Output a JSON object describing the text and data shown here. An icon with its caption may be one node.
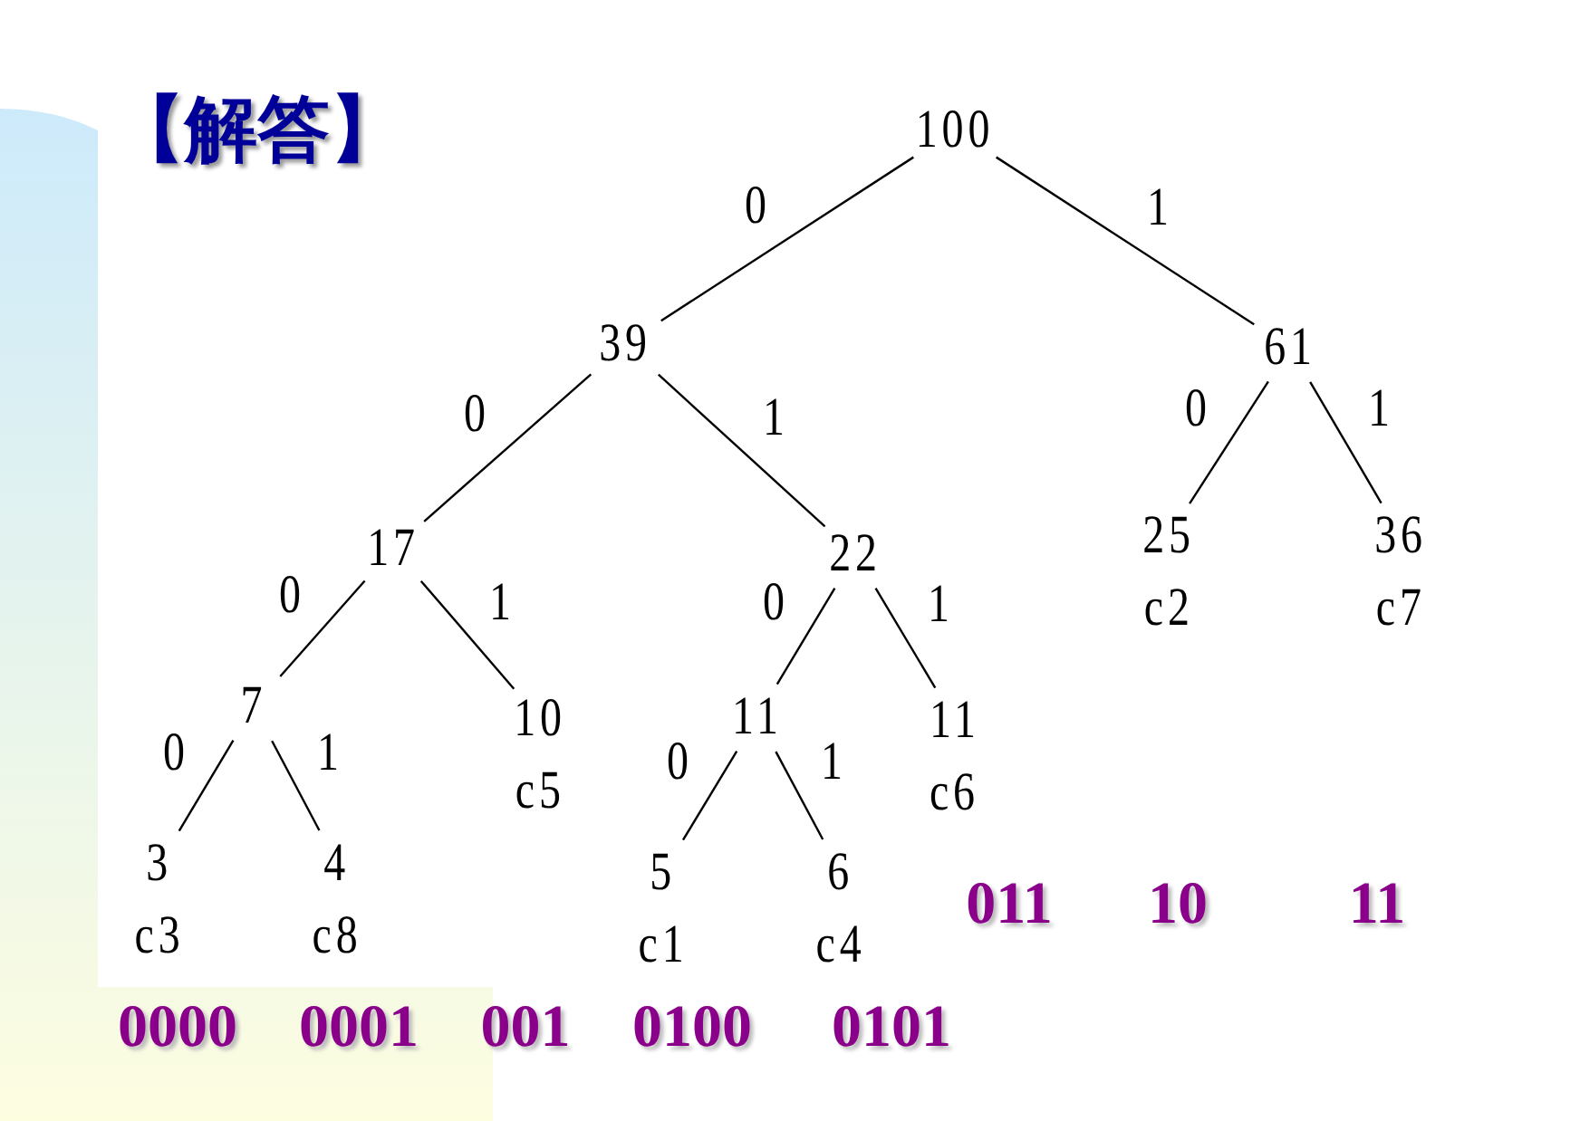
{
  "diagram": {
    "title": "【解答】",
    "nodes": [
      {
        "text": [
          "100"
        ]
      },
      {
        "text": [
          "39"
        ]
      },
      {
        "text": [
          "61"
        ]
      },
      {
        "text": [
          "17"
        ]
      },
      {
        "text": [
          "22"
        ]
      },
      {
        "text": [
          "25"
        ],
        "beside": [
          "c2"
        ]
      },
      {
        "text": [
          "36"
        ],
        "beside": [
          "c7"
        ]
      },
      {
        "text": [
          "7"
        ]
      },
      {
        "text": [
          "10"
        ],
        "beside": [
          "c5"
        ]
      },
      {
        "text": [
          "11"
        ]
      },
      {
        "text": [
          "11"
        ],
        "beside": [
          "c6"
        ]
      },
      {
        "text": [
          "3"
        ],
        "beside": [
          "c3"
        ]
      },
      {
        "text": [
          "4"
        ],
        "beside": [
          "c8"
        ]
      },
      {
        "text": [
          "5"
        ],
        "beside": [
          "c1"
        ]
      },
      {
        "text": [
          "6"
        ],
        "beside": [
          "c4"
        ]
      }
    ],
    "edges": [
      {
        "from": 0,
        "to": 1,
        "arrow": "none",
        "label": "0"
      },
      {
        "from": 0,
        "to": 2,
        "arrow": "none",
        "label": "1"
      },
      {
        "from": 1,
        "to": 3,
        "arrow": "none",
        "label": "0"
      },
      {
        "from": 1,
        "to": 4,
        "arrow": "none",
        "label": "1"
      },
      {
        "from": 2,
        "to": 5,
        "arrow": "none",
        "label": "0"
      },
      {
        "from": 2,
        "to": 6,
        "arrow": "none",
        "label": "1"
      },
      {
        "from": 3,
        "to": 7,
        "arrow": "none",
        "label": "0"
      },
      {
        "from": 3,
        "to": 8,
        "arrow": "none",
        "label": "1"
      },
      {
        "from": 4,
        "to": 9,
        "arrow": "none",
        "label": "0"
      },
      {
        "from": 4,
        "to": 10,
        "arrow": "none",
        "label": "1"
      },
      {
        "from": 7,
        "to": 11,
        "arrow": "none",
        "label": "0"
      },
      {
        "from": 7,
        "to": 12,
        "arrow": "none",
        "label": "1"
      },
      {
        "from": 9,
        "to": 13,
        "arrow": "none",
        "label": "0"
      },
      {
        "from": 9,
        "to": 14,
        "arrow": "none",
        "label": "1"
      }
    ],
    "labels": [
      "011",
      "10",
      "11",
      "0000",
      "0001",
      "001",
      "0100",
      "0101"
    ]
  }
}
